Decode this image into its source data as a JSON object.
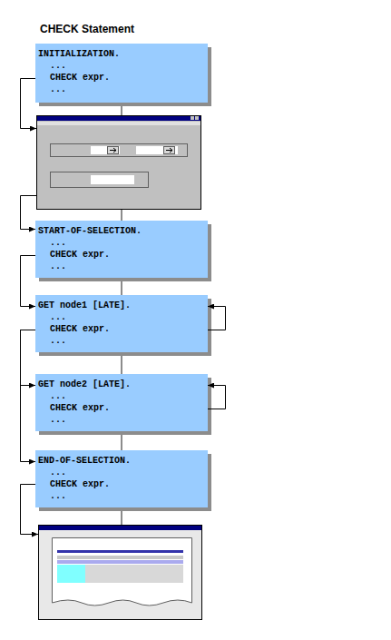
{
  "diagram": {
    "title": "CHECK Statement",
    "nodes": [
      {
        "text": [
          "INITIALIZATION.",
          "...",
          "CHECK expr.",
          "..."
        ]
      },
      {
        "text": [
          "START-OF-SELECTION.",
          "...",
          "CHECK expr.",
          "..."
        ]
      },
      {
        "text": [
          "GET node1 [LATE].",
          "...",
          "CHECK expr.",
          "..."
        ]
      },
      {
        "text": [
          "GET node2 [LATE].",
          "...",
          "CHECK expr.",
          "..."
        ]
      },
      {
        "text": [
          "END-OF-SELECTION.",
          "...",
          "CHECK expr.",
          "..."
        ]
      }
    ],
    "edges": [
      {
        "from": 1,
        "to": 2,
        "arrow": "to"
      },
      {
        "from": 2,
        "to": 2,
        "arrow": "to"
      },
      {
        "from": 2,
        "to": 3,
        "arrow": "to"
      },
      {
        "from": 2,
        "to": 4,
        "arrow": "to"
      },
      {
        "from": 3,
        "to": 3,
        "arrow": "to"
      }
    ]
  }
}
